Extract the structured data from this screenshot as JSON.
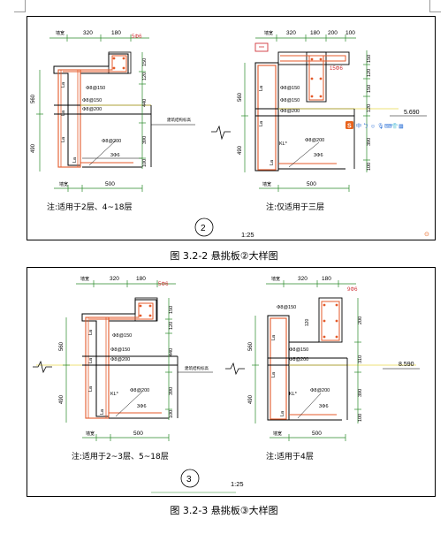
{
  "colors": {
    "outline": "#000000",
    "rebar": "#e45a2a",
    "dim": "#2a8a2a",
    "annot": "#d2373c",
    "axis": "#e8d94a",
    "ime_brand": "#e8631c",
    "ime_icon": "#2a6fd6"
  },
  "figure1": {
    "caption": "图 3.2-2 悬挑板②大样图",
    "scale": "1:25",
    "circle_label": "2",
    "left": {
      "top_dims": [
        "墙宽",
        "320",
        "180"
      ],
      "bottom_dims": [
        "墙宽",
        "500"
      ],
      "left_dims": [
        "560",
        "490"
      ],
      "right_dims": [
        "150",
        "120",
        "440",
        "390",
        "100"
      ],
      "bar_mark": "5Φ6",
      "labels": [
        "La",
        "La",
        "La",
        "La",
        "Φ8@150",
        "Φ8@150",
        "Φ8@200",
        "Φ8@200",
        "3Φ6"
      ],
      "side_note": "建筑结构标高",
      "note": "注:适用于2层、4~18层"
    },
    "right": {
      "top_dims": [
        "墙宽",
        "320",
        "180",
        "200",
        "100"
      ],
      "bottom_dims": [
        "墙宽",
        "500"
      ],
      "left_dims": [
        "560",
        "490"
      ],
      "right_dims": [
        "150",
        "120",
        "150",
        "120",
        "390",
        "100"
      ],
      "bar_mark": "15Φ6",
      "labels": [
        "La",
        "La",
        "La",
        "Φ8@150",
        "Φ8@150",
        "Φ8@200",
        "KL*",
        "Φ8@200",
        "3Φ6"
      ],
      "elevation": "5.690",
      "note": "注:仅适用于三层"
    },
    "ime_toolbar": {
      "brand": "S",
      "glyphs": [
        "中",
        "ㄅ",
        "☺",
        "🎙",
        "⌨",
        "👕",
        "▦"
      ]
    },
    "corner_mark": "⊙"
  },
  "figure2": {
    "caption": "图 3.2-3 悬挑板③大样图",
    "scale": "1:25",
    "circle_label": "3",
    "left": {
      "top_dims": [
        "墙宽",
        "320",
        "180"
      ],
      "bottom_dims": [
        "墙宽",
        "500"
      ],
      "left_dims": [
        "560",
        "490"
      ],
      "right_dims": [
        "150",
        "120",
        "440",
        "390",
        "100"
      ],
      "bar_mark": "5Φ6",
      "labels": [
        "La",
        "La",
        "La",
        "La",
        "Φ8@150",
        "Φ8@150",
        "Φ8@200",
        "KL*",
        "Φ8@200",
        "3Φ6"
      ],
      "side_note": "建筑结构标高",
      "note": "注:适用于2~3层、5~18层"
    },
    "right": {
      "top_dims": [
        "墙宽",
        "320",
        "180"
      ],
      "bottom_dims": [
        "墙宽",
        "500"
      ],
      "left_dims": [
        "560",
        "490"
      ],
      "right_dims": [
        "200",
        "310",
        "390",
        "100"
      ],
      "bar_mark": "9Φ6",
      "labels": [
        "La",
        "La",
        "La",
        "Φ8@150",
        "120",
        "Φ8@150",
        "Φ8@200",
        "KL*",
        "Φ8@200",
        "3Φ6"
      ],
      "elevation": "8.590",
      "note": "注:适用于4层"
    }
  }
}
